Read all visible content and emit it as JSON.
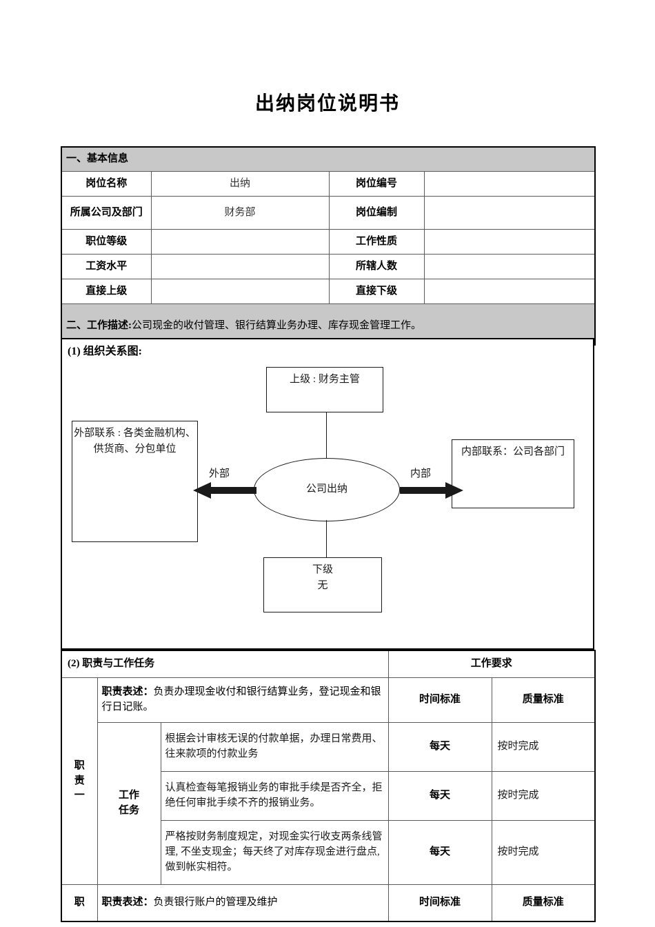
{
  "document": {
    "title": "出纳岗位说明书"
  },
  "basic_info": {
    "section_heading": "一、基本信息",
    "rows": [
      {
        "label_left": "岗位名称",
        "value_left": "出纳",
        "label_right": "岗位编号",
        "value_right": ""
      },
      {
        "label_left": "所属公司及部门",
        "value_left": "财务部",
        "label_right": "岗位编制",
        "value_right": ""
      },
      {
        "label_left": "职位等级",
        "value_left": "",
        "label_right": "工作性质",
        "value_right": ""
      },
      {
        "label_left": "工资水平",
        "value_left": "",
        "label_right": "所辖人数",
        "value_right": ""
      },
      {
        "label_left": "直接上级",
        "value_left": "",
        "label_right": "直接下级",
        "value_right": ""
      }
    ]
  },
  "job_description": {
    "heading": "二、工作描述:",
    "text": "公司现金的收付管理、银行结算业务办理、库存现金管理工作。"
  },
  "org_chart": {
    "caption": "(1)  组织关系图:",
    "superior_box": "上级 : 财务主管",
    "external_box": "外部联系 : 各类金融机构、供货商、分包单位",
    "center_node": "公司出纳",
    "internal_box": "内部联系：公司各部门",
    "subordinate_box": "下级\n无",
    "subordinate_line1": "下级",
    "subordinate_line2": "无",
    "arrow_left_label": "外部",
    "arrow_right_label": "内部"
  },
  "duties": {
    "section_heading": "(2)  职责与工作任务",
    "requirements_heading": "工作要求",
    "col_time": "时间标准",
    "col_quality": "质量标准",
    "task_label_line1": "工作",
    "task_label_line2": "任务",
    "items": [
      {
        "duty_index_chars": [
          "职",
          "责",
          "一"
        ],
        "statement_label": "职责表述：",
        "statement_text": "负责办理现金收付和银行结算业务，登记现金和银行日记账。",
        "tasks": [
          {
            "text": "根据会计审核无误的付款单据，办理日常费用、往来款项的付款业务",
            "time": "每天",
            "quality": "按时完成"
          },
          {
            "text": "认真检查每笔报销业务的审批手续是否齐全，拒绝任何审批手续不齐的报销业务。",
            "time": "每天",
            "quality": "按时完成"
          },
          {
            "text": "严格按财务制度规定，对现金实行收支两条线管理, 不坐支现金；每天终了对库存现金进行盘点, 做到帐实相符。",
            "time": "每天",
            "quality": "按时完成"
          }
        ]
      },
      {
        "duty_index_chars": [
          "职"
        ],
        "statement_label": "职责表述：",
        "statement_text": "负责银行账户的管理及维护",
        "time_header": "时间标准",
        "quality_header": "质量标准"
      }
    ]
  },
  "colors": {
    "shade": "#c8c8c8",
    "border": "#000000",
    "inner_border": "#5a5a5a",
    "text": "#000000"
  }
}
